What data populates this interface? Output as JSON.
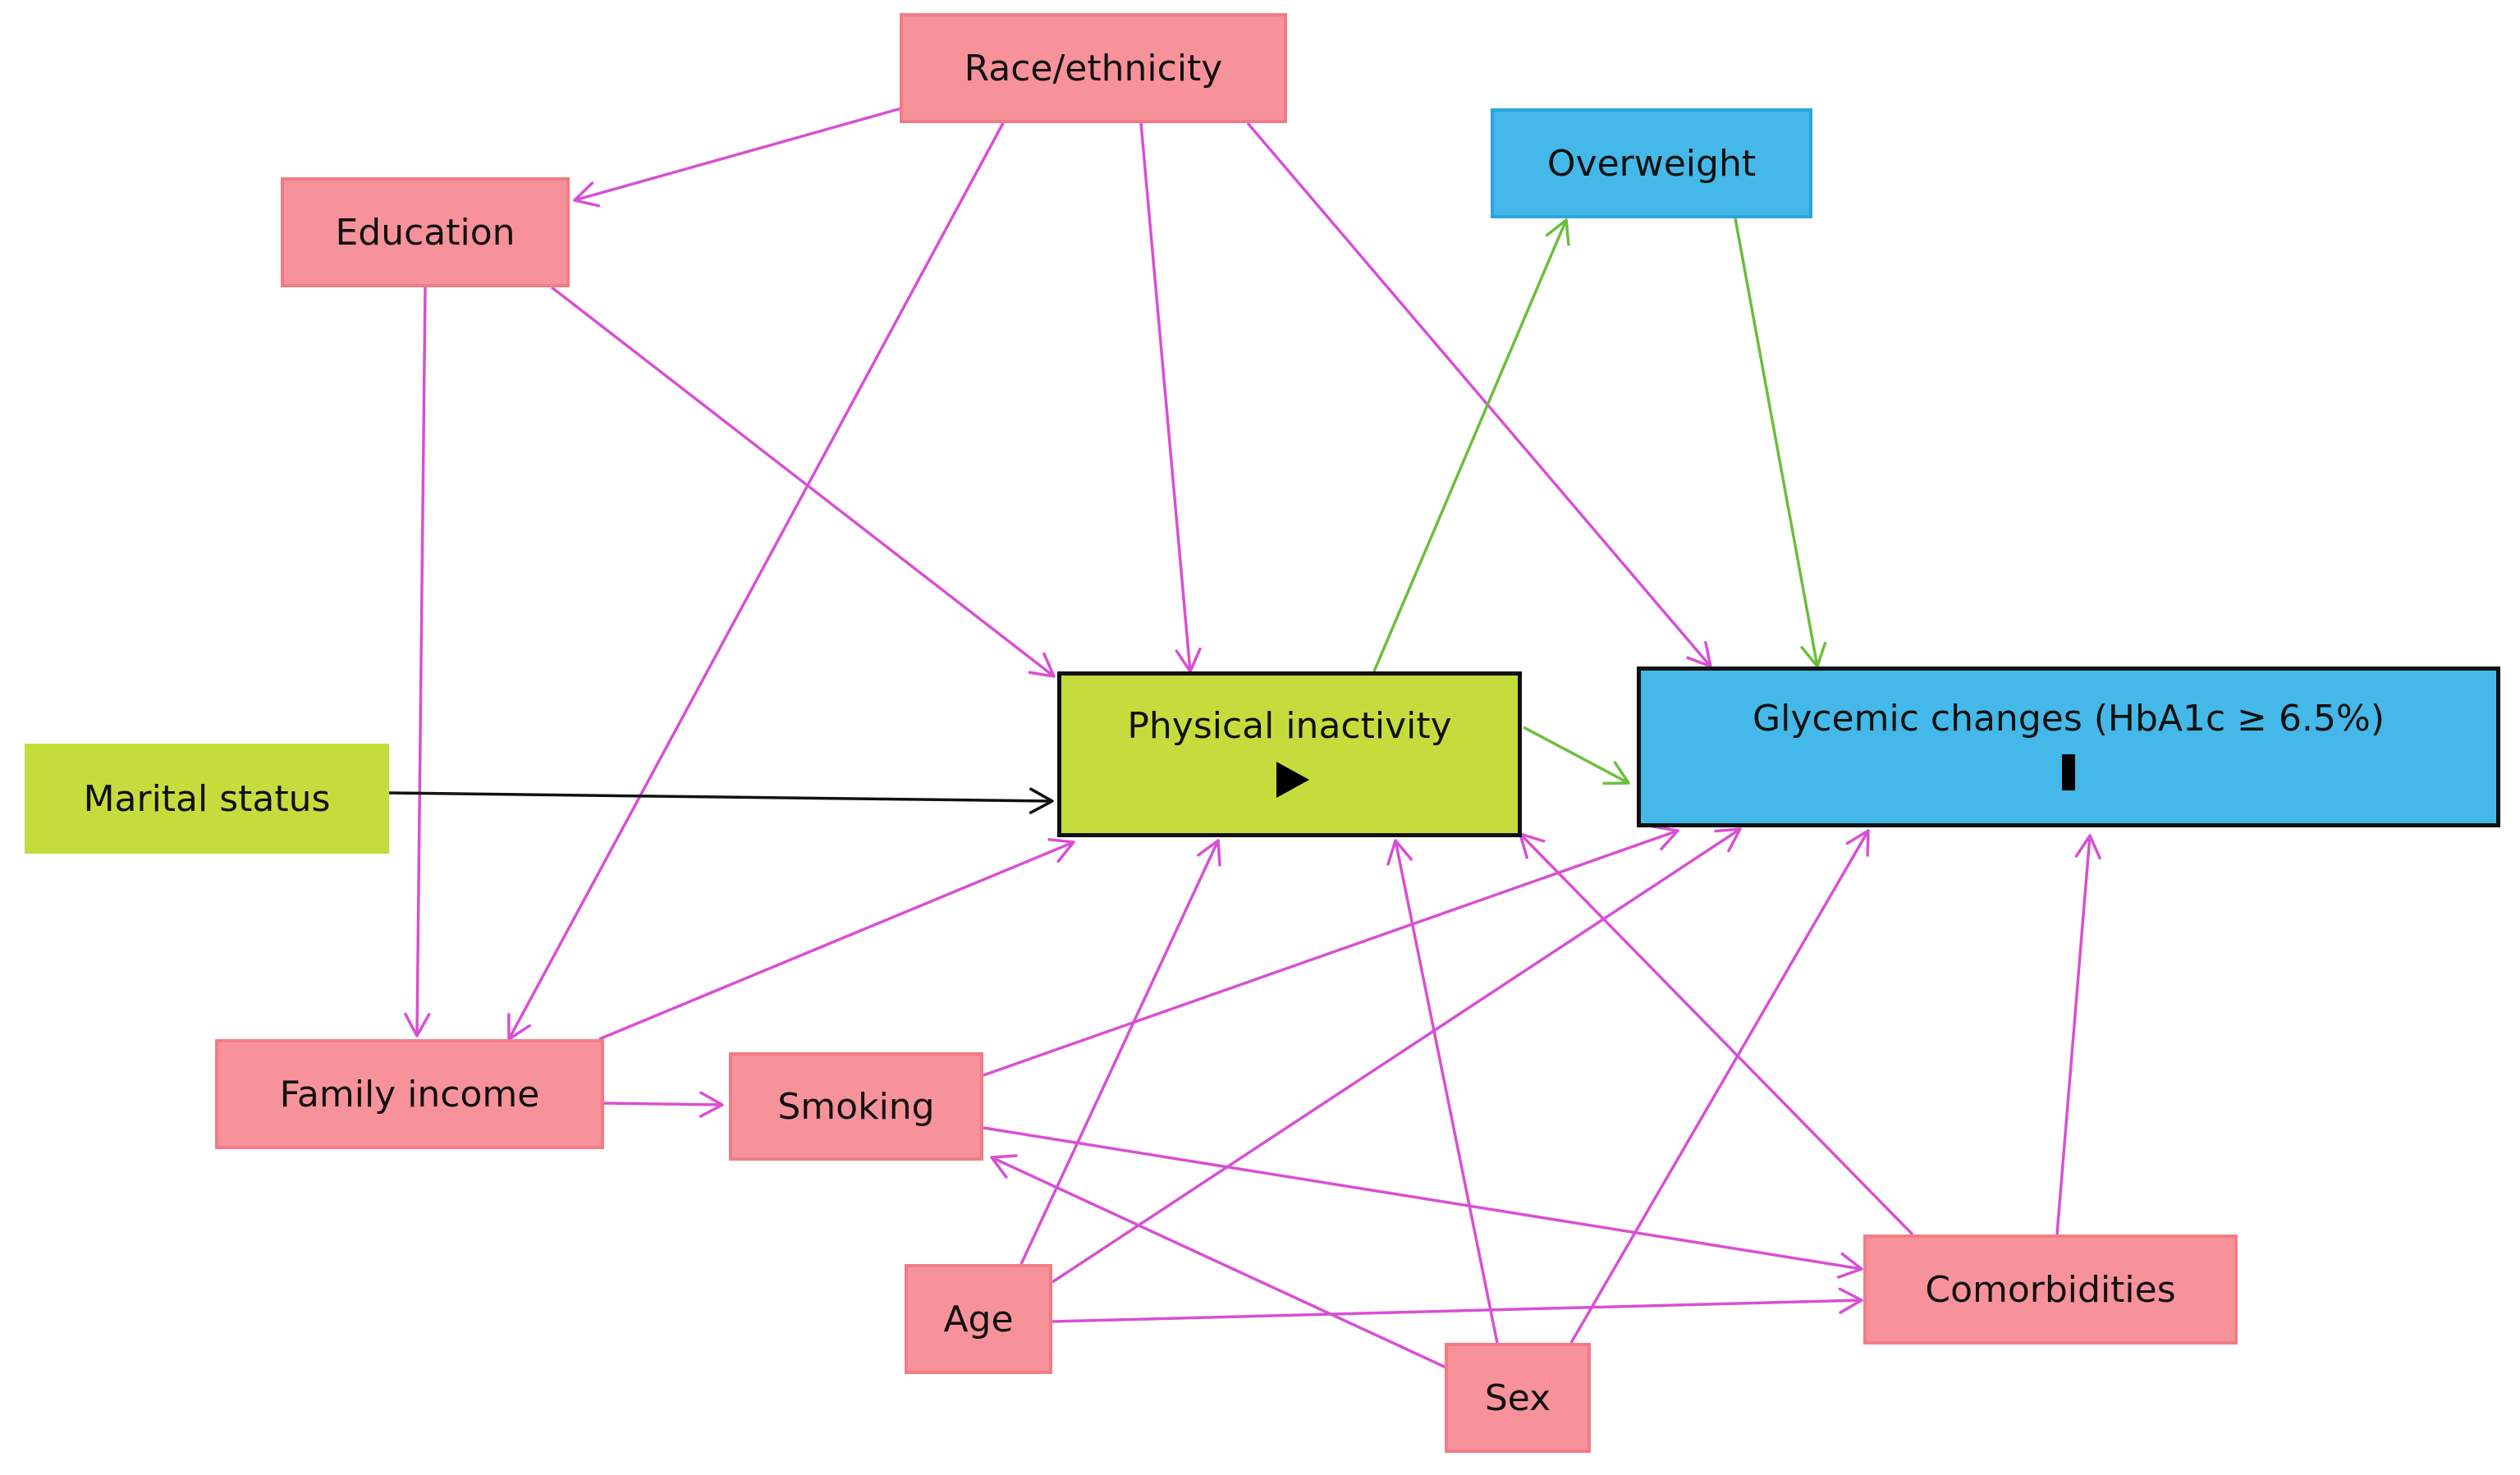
{
  "colors": {
    "confounder_fill": "#f7929a",
    "confounder_border": "#f27c86",
    "exposure_fill": "#c5dd3c",
    "mediator_fill": "#44b8e8",
    "mediator_border": "#2aa6dc",
    "edge_pink": "#d94fd4",
    "edge_green": "#6bbf3c",
    "edge_black": "#111111"
  },
  "nodes": {
    "race": {
      "label": "Race/ethnicity",
      "role": "confounder"
    },
    "education": {
      "label": "Education",
      "role": "confounder"
    },
    "overweight": {
      "label": "Overweight",
      "role": "mediator"
    },
    "marital": {
      "label": "Marital status",
      "role": "exposure-related"
    },
    "physical": {
      "label": "Physical inactivity",
      "role": "exposure"
    },
    "glycemic": {
      "label": "Glycemic changes (HbA1c ≥ 6.5%)",
      "role": "outcome"
    },
    "income": {
      "label": "Family income",
      "role": "confounder"
    },
    "smoking": {
      "label": "Smoking",
      "role": "confounder"
    },
    "age": {
      "label": "Age",
      "role": "confounder"
    },
    "sex": {
      "label": "Sex",
      "role": "confounder"
    },
    "comorbidities": {
      "label": "Comorbidities",
      "role": "confounder"
    }
  },
  "edges": [
    {
      "from": "race",
      "to": "education",
      "color": "pink"
    },
    {
      "from": "race",
      "to": "income",
      "color": "pink"
    },
    {
      "from": "race",
      "to": "physical",
      "color": "pink"
    },
    {
      "from": "race",
      "to": "glycemic",
      "color": "pink"
    },
    {
      "from": "education",
      "to": "income",
      "color": "pink"
    },
    {
      "from": "education",
      "to": "physical",
      "color": "pink"
    },
    {
      "from": "marital",
      "to": "physical",
      "color": "black"
    },
    {
      "from": "physical",
      "to": "overweight",
      "color": "green"
    },
    {
      "from": "overweight",
      "to": "glycemic",
      "color": "green"
    },
    {
      "from": "physical",
      "to": "glycemic",
      "color": "green"
    },
    {
      "from": "income",
      "to": "physical",
      "color": "pink"
    },
    {
      "from": "income",
      "to": "smoking",
      "color": "pink"
    },
    {
      "from": "smoking",
      "to": "glycemic",
      "color": "pink"
    },
    {
      "from": "smoking",
      "to": "comorbidities",
      "color": "pink"
    },
    {
      "from": "age",
      "to": "physical",
      "color": "pink"
    },
    {
      "from": "age",
      "to": "glycemic",
      "color": "pink"
    },
    {
      "from": "age",
      "to": "comorbidities",
      "color": "pink"
    },
    {
      "from": "sex",
      "to": "smoking",
      "color": "pink"
    },
    {
      "from": "sex",
      "to": "physical",
      "color": "pink"
    },
    {
      "from": "sex",
      "to": "glycemic",
      "color": "pink"
    },
    {
      "from": "comorbidities",
      "to": "physical",
      "color": "pink"
    },
    {
      "from": "comorbidities",
      "to": "glycemic",
      "color": "pink"
    }
  ]
}
